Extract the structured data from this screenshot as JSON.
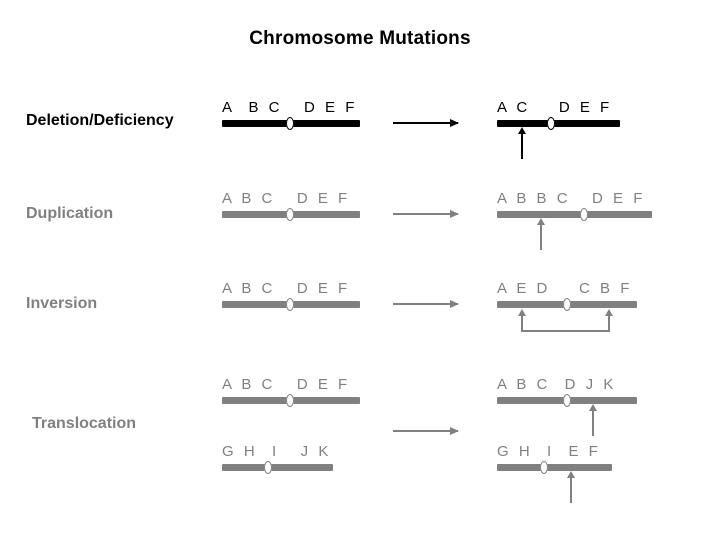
{
  "page": {
    "title": "Chromosome Mutations",
    "background": "#ffffff",
    "colors": {
      "black": "#000000",
      "gray": "#808080"
    }
  },
  "rows": [
    {
      "label": "Deletion/Deficiency",
      "color": "#000000",
      "before": [
        {
          "letters": "A  B C   D E F"
        }
      ],
      "after": [
        {
          "letters": "A C    D E F"
        }
      ],
      "arrow": "right-arrow"
    },
    {
      "label": "Duplication",
      "color": "#808080",
      "before": [
        {
          "letters": "A B C   D E F"
        }
      ],
      "after": [
        {
          "letters": "A B B C   D E F"
        }
      ],
      "arrow": "right-arrow"
    },
    {
      "label": "Inversion",
      "color": "#808080",
      "before": [
        {
          "letters": "A B C   D E F"
        }
      ],
      "after": [
        {
          "letters": "A E D    C B F"
        }
      ],
      "arrow": "right-arrow"
    },
    {
      "label": "Translocation",
      "color": "#808080",
      "before": [
        {
          "letters": "A B C   D E F"
        },
        {
          "letters": "G H  I   J K"
        }
      ],
      "after": [
        {
          "letters": "A B C  D J K"
        },
        {
          "letters": "G H  I  E F"
        }
      ],
      "arrow": "right-arrow"
    }
  ]
}
